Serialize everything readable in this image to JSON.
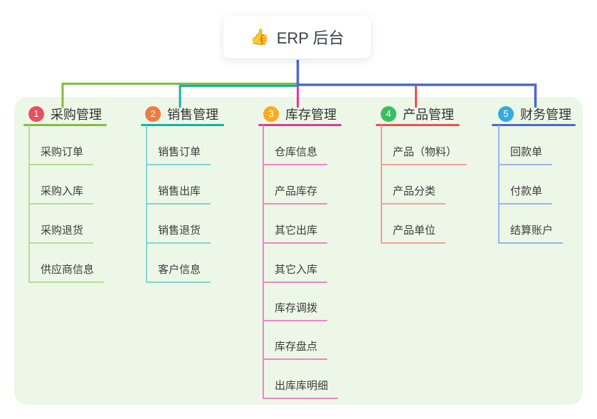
{
  "root": {
    "icon": "👍",
    "label": "ERP 后台"
  },
  "colors": {
    "panel_background": "#ecf7e7",
    "root_connector": "#4a68cf",
    "text_dark": "#333333"
  },
  "branches": [
    {
      "number": "1",
      "label": "采购管理",
      "circle_color": "#e8505f",
      "line_color": "#85bb41",
      "child_line_color": "#b9dc92",
      "children": [
        {
          "label": "采购订单"
        },
        {
          "label": "采购入库"
        },
        {
          "label": "采购退货"
        },
        {
          "label": "供应商信息"
        }
      ]
    },
    {
      "number": "2",
      "label": "销售管理",
      "circle_color": "#f4793f",
      "line_color": "#14b2ab",
      "child_line_color": "#84d5cf",
      "children": [
        {
          "label": "销售订单"
        },
        {
          "label": "销售出库"
        },
        {
          "label": "销售退货"
        },
        {
          "label": "客户信息"
        }
      ]
    },
    {
      "number": "3",
      "label": "库存管理",
      "circle_color": "#fbab1f",
      "line_color": "#de3a9b",
      "child_line_color": "#ef86c5",
      "children": [
        {
          "label": "仓库信息"
        },
        {
          "label": "产品库存"
        },
        {
          "label": "其它出库"
        },
        {
          "label": "其它入库"
        },
        {
          "label": "库存调拨"
        },
        {
          "label": "库存盘点"
        },
        {
          "label": "出库库明细"
        }
      ]
    },
    {
      "number": "4",
      "label": "产品管理",
      "circle_color": "#3dbd62",
      "line_color": "#ef5053",
      "child_line_color": "#f49e9b",
      "children": [
        {
          "label": "产品（物料）"
        },
        {
          "label": "产品分类"
        },
        {
          "label": "产品单位"
        }
      ]
    },
    {
      "number": "5",
      "label": "财务管理",
      "circle_color": "#35aadc",
      "line_color": "#4a68cf",
      "child_line_color": "#9db3ea",
      "children": [
        {
          "label": "回款单"
        },
        {
          "label": "付款单"
        },
        {
          "label": "结算账户"
        }
      ]
    }
  ]
}
